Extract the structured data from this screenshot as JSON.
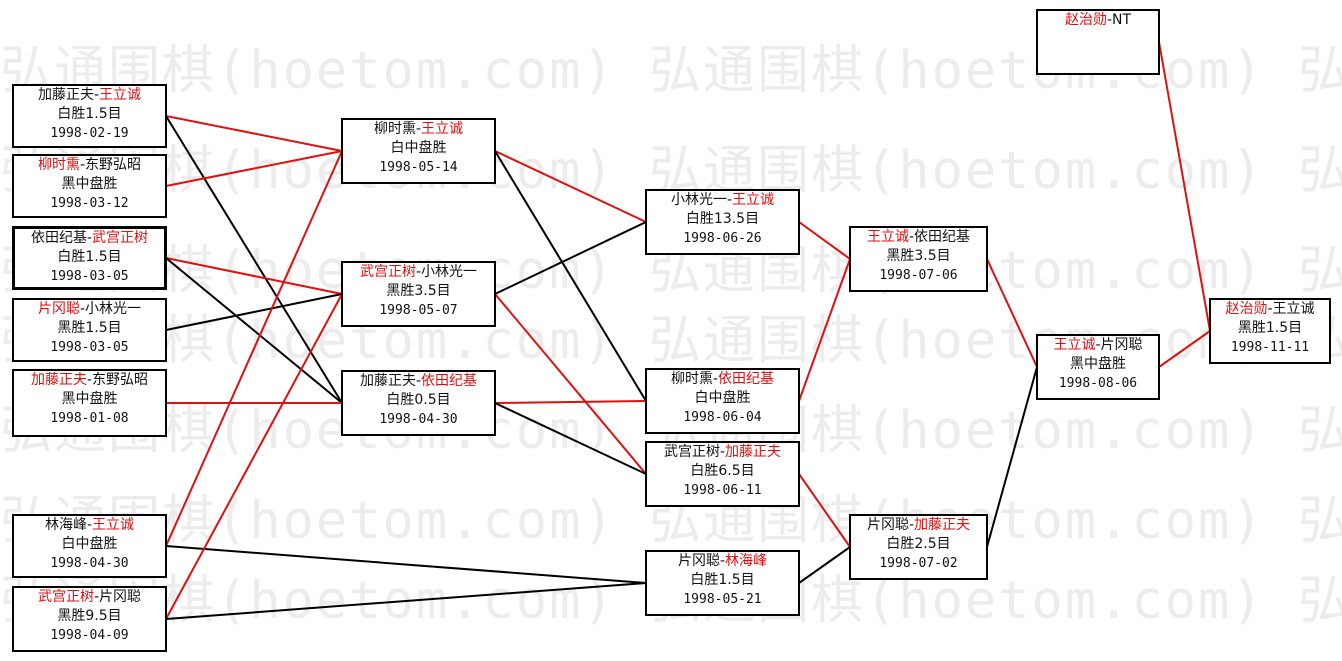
{
  "watermark": {
    "text": "弘通围棋(hoetom.com) 弘通围棋(hoetom.com) 弘通围棋(hoetom.com)"
  },
  "colors": {
    "win": "#e01010",
    "loss": "#000000"
  },
  "matches": [
    {
      "id": "m1",
      "a": "加藤正夫",
      "b": "王立诚",
      "winner": "b",
      "result": "白胜1.5目",
      "date": "1998-02-19"
    },
    {
      "id": "m2",
      "a": "柳时熏",
      "b": "东野弘昭",
      "winner": "a",
      "result": "黑中盘胜",
      "date": "1998-03-12"
    },
    {
      "id": "m3",
      "a": "依田纪基",
      "b": "武宫正树",
      "winner": "b",
      "result": "白胜1.5目",
      "date": "1998-03-05"
    },
    {
      "id": "m4",
      "a": "片冈聪",
      "b": "小林光一",
      "winner": "a",
      "result": "黑胜1.5目",
      "date": "1998-03-05"
    },
    {
      "id": "m5",
      "a": "加藤正夫",
      "b": "东野弘昭",
      "winner": "a",
      "result": "黑中盘胜",
      "date": "1998-01-08"
    },
    {
      "id": "m6",
      "a": "林海峰",
      "b": "王立诚",
      "winner": "b",
      "result": "白中盘胜",
      "date": "1998-04-30"
    },
    {
      "id": "m7",
      "a": "武宫正树",
      "b": "片冈聪",
      "winner": "a",
      "result": "黑胜9.5目",
      "date": "1998-04-09"
    },
    {
      "id": "m8",
      "a": "柳时熏",
      "b": "王立诚",
      "winner": "b",
      "result": "白中盘胜",
      "date": "1998-05-14"
    },
    {
      "id": "m9",
      "a": "武宫正树",
      "b": "小林光一",
      "winner": "a",
      "result": "黑胜3.5目",
      "date": "1998-05-07"
    },
    {
      "id": "m10",
      "a": "加藤正夫",
      "b": "依田纪基",
      "winner": "b",
      "result": "白胜0.5目",
      "date": "1998-04-30"
    },
    {
      "id": "m11",
      "a": "小林光一",
      "b": "王立诚",
      "winner": "b",
      "result": "白胜13.5目",
      "date": "1998-06-26"
    },
    {
      "id": "m12",
      "a": "柳时熏",
      "b": "依田纪基",
      "winner": "b",
      "result": "白中盘胜",
      "date": "1998-06-04"
    },
    {
      "id": "m13",
      "a": "武宫正树",
      "b": "加藤正夫",
      "winner": "b",
      "result": "白胜6.5目",
      "date": "1998-06-11"
    },
    {
      "id": "m14",
      "a": "片冈聪",
      "b": "林海峰",
      "winner": "b",
      "result": "白胜1.5目",
      "date": "1998-05-21"
    },
    {
      "id": "m15",
      "a": "王立诚",
      "b": "依田纪基",
      "winner": "a",
      "result": "黑胜3.5目",
      "date": "1998-07-06"
    },
    {
      "id": "m16",
      "a": "片冈聪",
      "b": "加藤正夫",
      "winner": "b",
      "result": "白胜2.5目",
      "date": "1998-07-02"
    },
    {
      "id": "m17",
      "a": "王立诚",
      "b": "片冈聪",
      "winner": "a",
      "result": "黑中盘胜",
      "date": "1998-08-06"
    },
    {
      "id": "m18",
      "a": "赵治勋",
      "b": "NT",
      "winner": "a",
      "result": "",
      "date": ""
    },
    {
      "id": "m19",
      "a": "赵治勋",
      "b": "王立诚",
      "winner": "a",
      "result": "黑胜1.5目",
      "date": "1998-11-11"
    }
  ],
  "connections": [
    {
      "from": "m1",
      "to": "m8",
      "win": true
    },
    {
      "from": "m1",
      "to": "m10",
      "win": false
    },
    {
      "from": "m2",
      "to": "m8",
      "win": true
    },
    {
      "from": "m3",
      "to": "m9",
      "win": true
    },
    {
      "from": "m3",
      "to": "m10",
      "win": false
    },
    {
      "from": "m4",
      "to": "m9",
      "win": false
    },
    {
      "from": "m5",
      "to": "m10",
      "win": true
    },
    {
      "from": "m6",
      "to": "m8",
      "win": true
    },
    {
      "from": "m6",
      "to": "m14",
      "win": false
    },
    {
      "from": "m7",
      "to": "m9",
      "win": true
    },
    {
      "from": "m7",
      "to": "m14",
      "win": false
    },
    {
      "from": "m8",
      "to": "m11",
      "win": true
    },
    {
      "from": "m8",
      "to": "m12",
      "win": false
    },
    {
      "from": "m9",
      "to": "m11",
      "win": false
    },
    {
      "from": "m9",
      "to": "m13",
      "win": true
    },
    {
      "from": "m10",
      "to": "m12",
      "win": true
    },
    {
      "from": "m10",
      "to": "m13",
      "win": false
    },
    {
      "from": "m11",
      "to": "m15",
      "win": true
    },
    {
      "from": "m12",
      "to": "m15",
      "win": true
    },
    {
      "from": "m13",
      "to": "m16",
      "win": true
    },
    {
      "from": "m14",
      "to": "m16",
      "win": false
    },
    {
      "from": "m15",
      "to": "m17",
      "win": true
    },
    {
      "from": "m16",
      "to": "m17",
      "win": false
    },
    {
      "from": "m17",
      "to": "m19",
      "win": true
    },
    {
      "from": "m18",
      "to": "m19",
      "win": true
    }
  ]
}
